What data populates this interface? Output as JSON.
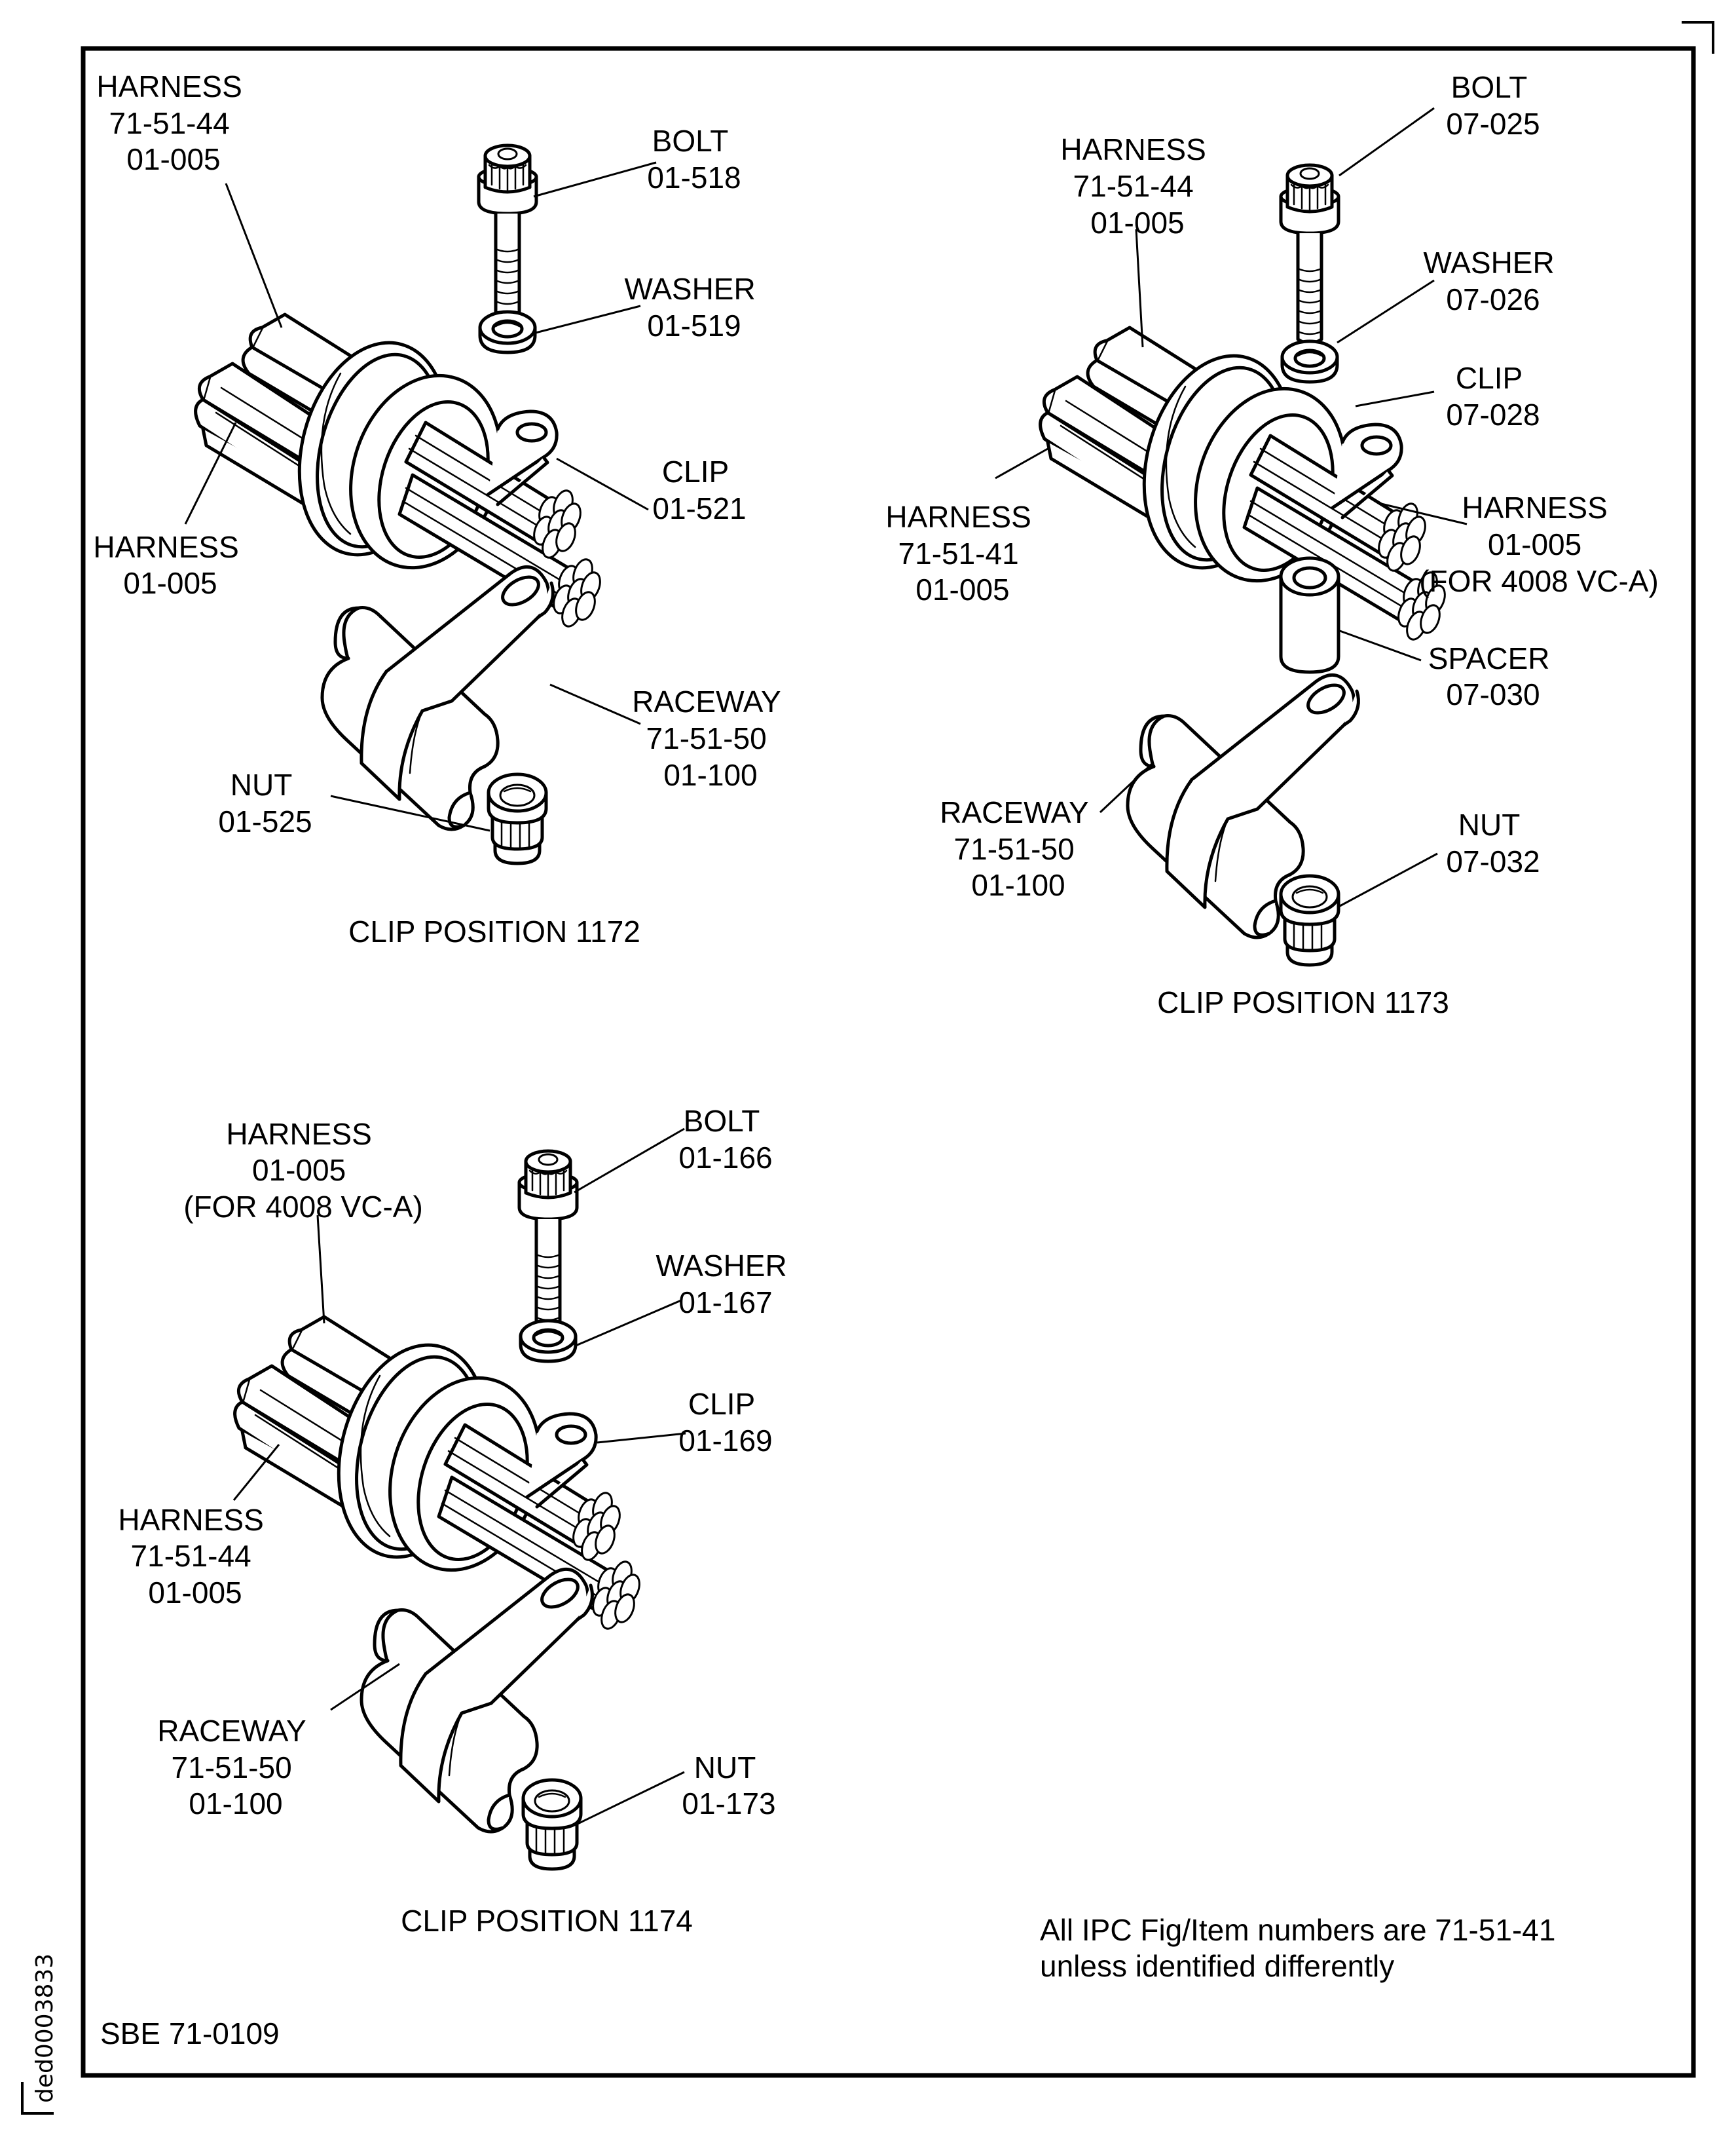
{
  "document": {
    "side_id": "ded0003833",
    "sheet_ref": "SBE 71-0109",
    "note_lines": [
      "All IPC Fig/Item numbers are 71-51-41",
      "unless identified differently"
    ]
  },
  "assemblies": [
    {
      "caption": "CLIP POSITION 1172",
      "labels": {
        "harness_upper": [
          "HARNESS",
          "71-51-44",
          "01-005"
        ],
        "bolt": [
          "BOLT",
          "01-518"
        ],
        "washer": [
          "WASHER",
          "01-519"
        ],
        "clip": [
          "CLIP",
          "01-521"
        ],
        "harness_lower": [
          "HARNESS",
          "01-005"
        ],
        "raceway": [
          "RACEWAY",
          "71-51-50",
          "01-100"
        ],
        "nut": [
          "NUT",
          "01-525"
        ]
      }
    },
    {
      "caption": "CLIP POSITION 1173",
      "labels": {
        "bolt": [
          "BOLT",
          "07-025"
        ],
        "harness_upper": [
          "HARNESS",
          "71-51-44",
          "01-005"
        ],
        "washer": [
          "WASHER",
          "07-026"
        ],
        "clip": [
          "CLIP",
          "07-028"
        ],
        "harness_right": [
          "HARNESS",
          "01-005",
          "(FOR 4008 VC-A)"
        ],
        "harness_lower": [
          "HARNESS",
          "71-51-41",
          "01-005"
        ],
        "spacer": [
          "SPACER",
          "07-030"
        ],
        "raceway": [
          "RACEWAY",
          "71-51-50",
          "01-100"
        ],
        "nut": [
          "NUT",
          "07-032"
        ]
      }
    },
    {
      "caption": "CLIP POSITION 1174",
      "labels": {
        "harness_upper": [
          "HARNESS",
          "01-005",
          "(FOR 4008 VC-A)"
        ],
        "bolt": [
          "BOLT",
          "01-166"
        ],
        "washer": [
          "WASHER",
          "01-167"
        ],
        "clip": [
          "CLIP",
          "01-169"
        ],
        "harness_lower": [
          "HARNESS",
          "71-51-44",
          "01-005"
        ],
        "raceway": [
          "RACEWAY",
          "71-51-50",
          "01-100"
        ],
        "nut": [
          "NUT",
          "01-173"
        ]
      }
    }
  ]
}
